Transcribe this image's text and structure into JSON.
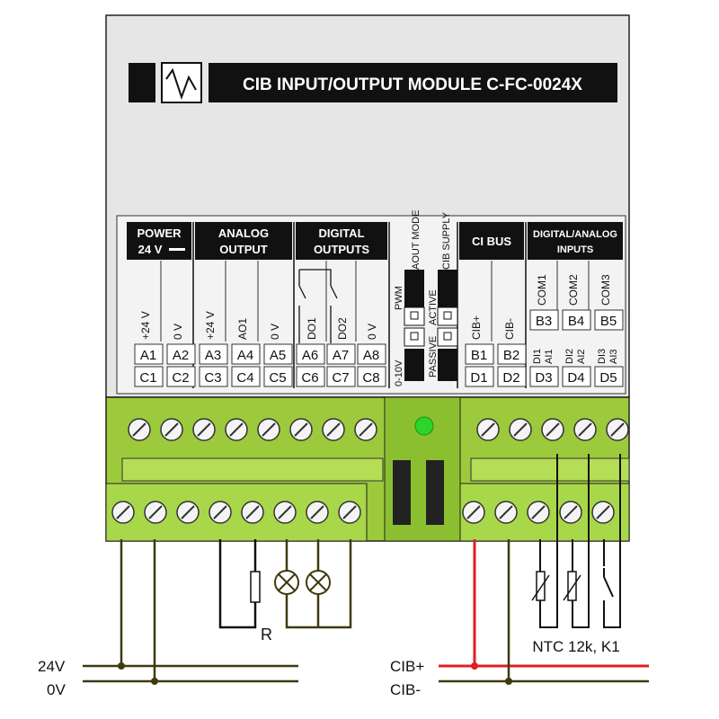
{
  "module": {
    "title": "CIB INPUT/OUTPUT MODULE C-FC-0024X",
    "logo": "wave-logo"
  },
  "headers": {
    "power": [
      "POWER",
      "24 V"
    ],
    "analog": [
      "ANALOG",
      "OUTPUT"
    ],
    "digital": [
      "DIGITAL",
      "OUTPUTS"
    ],
    "cibus": "CI BUS",
    "dai": [
      "DIGITAL/ANALOG",
      "INPUTS"
    ]
  },
  "vertical_labels": {
    "left": [
      "+24 V",
      "0 V",
      "+24 V",
      "AO1",
      "0 V",
      "DO1",
      "DO2",
      "0 V"
    ],
    "right": [
      "CIB+",
      "CIB-",
      "COM1",
      "COM2",
      "COM3"
    ]
  },
  "switches": {
    "aout_mode": "AOUT MODE",
    "pwm": "PWM",
    "v010": "0-10V",
    "cib_supply": "CIB SUPPLY",
    "active": "ACTIVE",
    "passive": "PASSIVE"
  },
  "terminals": {
    "a_row": [
      "A1",
      "A2",
      "A3",
      "A4",
      "A5",
      "A6",
      "A7",
      "A8"
    ],
    "c_row": [
      "C1",
      "C2",
      "C3",
      "C4",
      "C5",
      "C6",
      "C7",
      "C8"
    ],
    "b_row": [
      "B1",
      "B2"
    ],
    "b_upper": [
      "B3",
      "B4",
      "B5"
    ],
    "di_labels": [
      [
        "DI1",
        "AI1"
      ],
      [
        "DI2",
        "AI2"
      ],
      [
        "DI3",
        "AI3"
      ]
    ],
    "d_row": [
      "D1",
      "D2",
      "D3",
      "D4",
      "D5"
    ]
  },
  "wiring": {
    "resistor": "R",
    "sensors": "NTC 12k, K1",
    "supply_pos": "24V",
    "supply_neg": "0V",
    "bus_pos": "CIB+",
    "bus_neg": "CIB-"
  },
  "colors": {
    "terminal_green": "#a8d84a",
    "bus_red": "#e02020",
    "wire_olive": "#3f3a10",
    "led_green": "#2bd52b"
  }
}
